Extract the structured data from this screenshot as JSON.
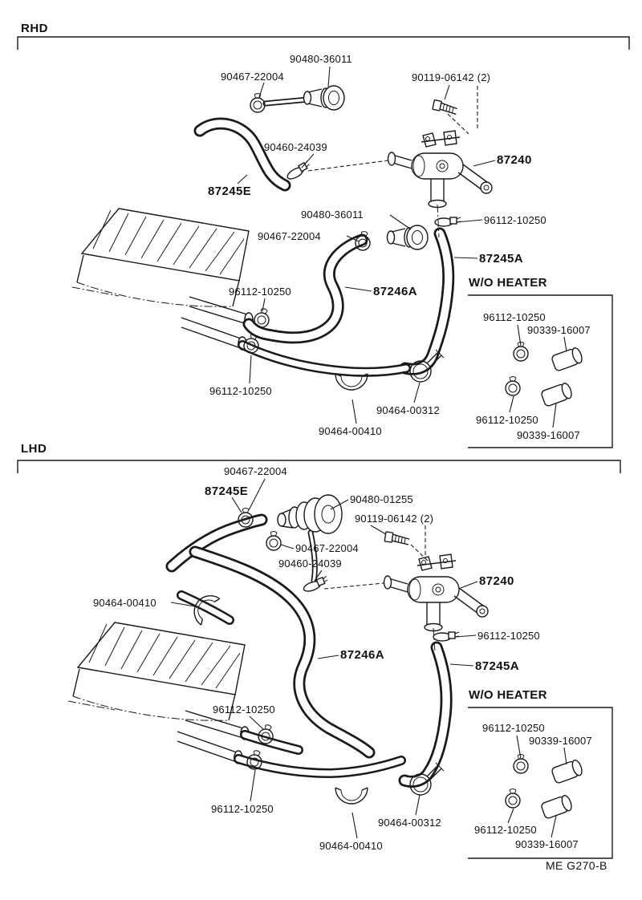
{
  "page": {
    "footer_code": "ME G270-B",
    "ink_color": "#1a1a1a",
    "background_color": "#ffffff"
  },
  "sections": {
    "rhd": {
      "title": "RHD",
      "wo_heater": "W/O HEATER",
      "callouts": [
        "90480-36011",
        "90467-22004",
        "90119-06142 (2)",
        "90460-24039",
        "87245E",
        "87240",
        "90480-36011",
        "96112-10250",
        "90467-22004",
        "87245A",
        "87246A",
        "96112-10250",
        "96112-10250",
        "90339-16007",
        "96112-10250",
        "90339-16007",
        "96112-10250",
        "90464-00312",
        "90464-00410"
      ]
    },
    "lhd": {
      "title": "LHD",
      "wo_heater": "W/O HEATER",
      "callouts": [
        "90467-22004",
        "87245E",
        "90480-01255",
        "90119-06142 (2)",
        "90467-22004",
        "90460-24039",
        "87240",
        "90464-00410",
        "96112-10250",
        "87246A",
        "87245A",
        "96112-10250",
        "96112-10250",
        "90339-16007",
        "96112-10250",
        "90464-00312",
        "90464-00410",
        "96112-10250",
        "90339-16007"
      ]
    }
  }
}
